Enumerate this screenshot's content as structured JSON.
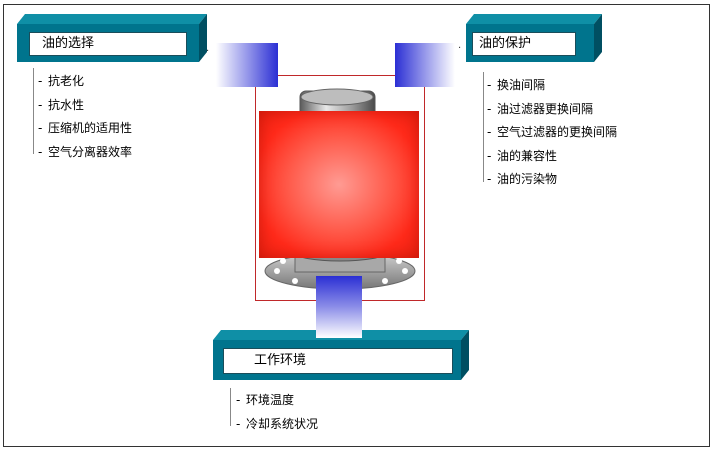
{
  "boxes": {
    "oil_selection": {
      "title": "油的选择",
      "items": [
        "抗老化",
        "抗水性",
        "压缩机的适用性",
        "空气分离器效率"
      ]
    },
    "oil_protection": {
      "title": "油的保护",
      "items": [
        "换油间隔",
        "油过滤器更换间隔",
        "空气过滤器的更换间隔",
        "油的兼容性",
        "油的污染物"
      ]
    },
    "working_environment": {
      "title": "工作环境",
      "items": [
        "环境温度",
        "冷却系统状况"
      ]
    }
  },
  "colors": {
    "teal": "#00748d",
    "red": "#ff2a1a",
    "blue": "#2b2fd4"
  },
  "icons": {
    "center_image": "compressor-part-icon"
  }
}
